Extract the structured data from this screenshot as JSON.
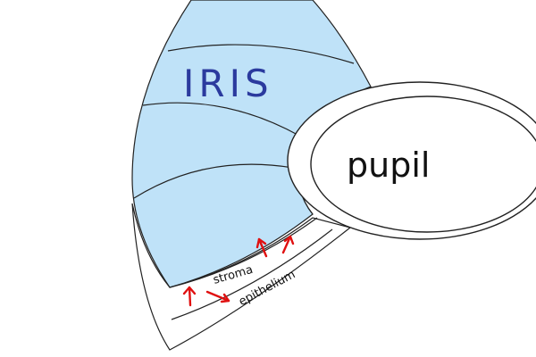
{
  "diagram": {
    "labels": {
      "iris": "IRIS",
      "pupil": "pupil",
      "stroma": "stroma",
      "epithelium": "epithelium"
    },
    "colors": {
      "iris_fill": "#bfe2f8",
      "outline": "#222222",
      "arrow": "#e01010",
      "iris_text": "#2b3a9e"
    }
  }
}
